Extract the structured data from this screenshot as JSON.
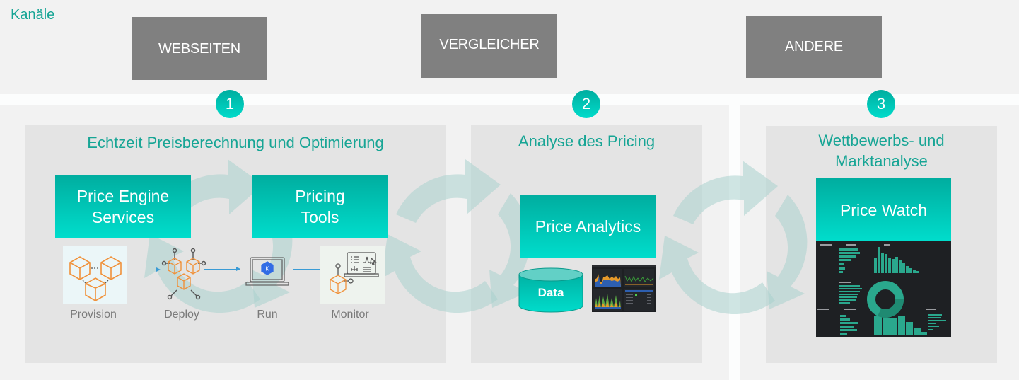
{
  "header": {
    "title": "Kanäle",
    "channels": [
      {
        "label": "WEBSEITEN"
      },
      {
        "label": "VERGLEICHER"
      },
      {
        "label": "ANDERE"
      }
    ]
  },
  "colors": {
    "accent": "#17a595",
    "teal_top": "#00ad9f",
    "teal_bottom": "#00ddcc",
    "channel_gray": "#808080",
    "panel_bg": "#e4e4e4",
    "page_bg": "#f2f2f2",
    "cycle_arrow": "#b7d8d4",
    "icon_orange": "#f0913a",
    "connector_blue": "#3a9bd5"
  },
  "sections": [
    {
      "number": "1",
      "title": "Echtzeit Preisberechnung und Optimierung",
      "boxes": [
        {
          "label_line1": "Price Engine",
          "label_line2": "Services"
        },
        {
          "label_line1": "Pricing",
          "label_line2": "Tools"
        }
      ],
      "steps": [
        {
          "label": "Provision",
          "icon": "cubes-cluster-icon"
        },
        {
          "label": "Deploy",
          "icon": "connected-nodes-icon"
        },
        {
          "label": "Run",
          "icon": "laptop-kubernetes-icon"
        },
        {
          "label": "Monitor",
          "icon": "monitor-dashboard-icon"
        }
      ]
    },
    {
      "number": "2",
      "title": "Analyse des Pricing",
      "boxes": [
        {
          "label": "Price Analytics"
        }
      ],
      "database_label": "Data",
      "thumbnail": "analytics-dashboard-screenshot"
    },
    {
      "number": "3",
      "title_line1": "Wettbewerbs- und",
      "title_line2": "Marktanalyse",
      "boxes": [
        {
          "label": "Price Watch"
        }
      ],
      "thumbnail": "price-watch-dashboard-screenshot"
    }
  ]
}
